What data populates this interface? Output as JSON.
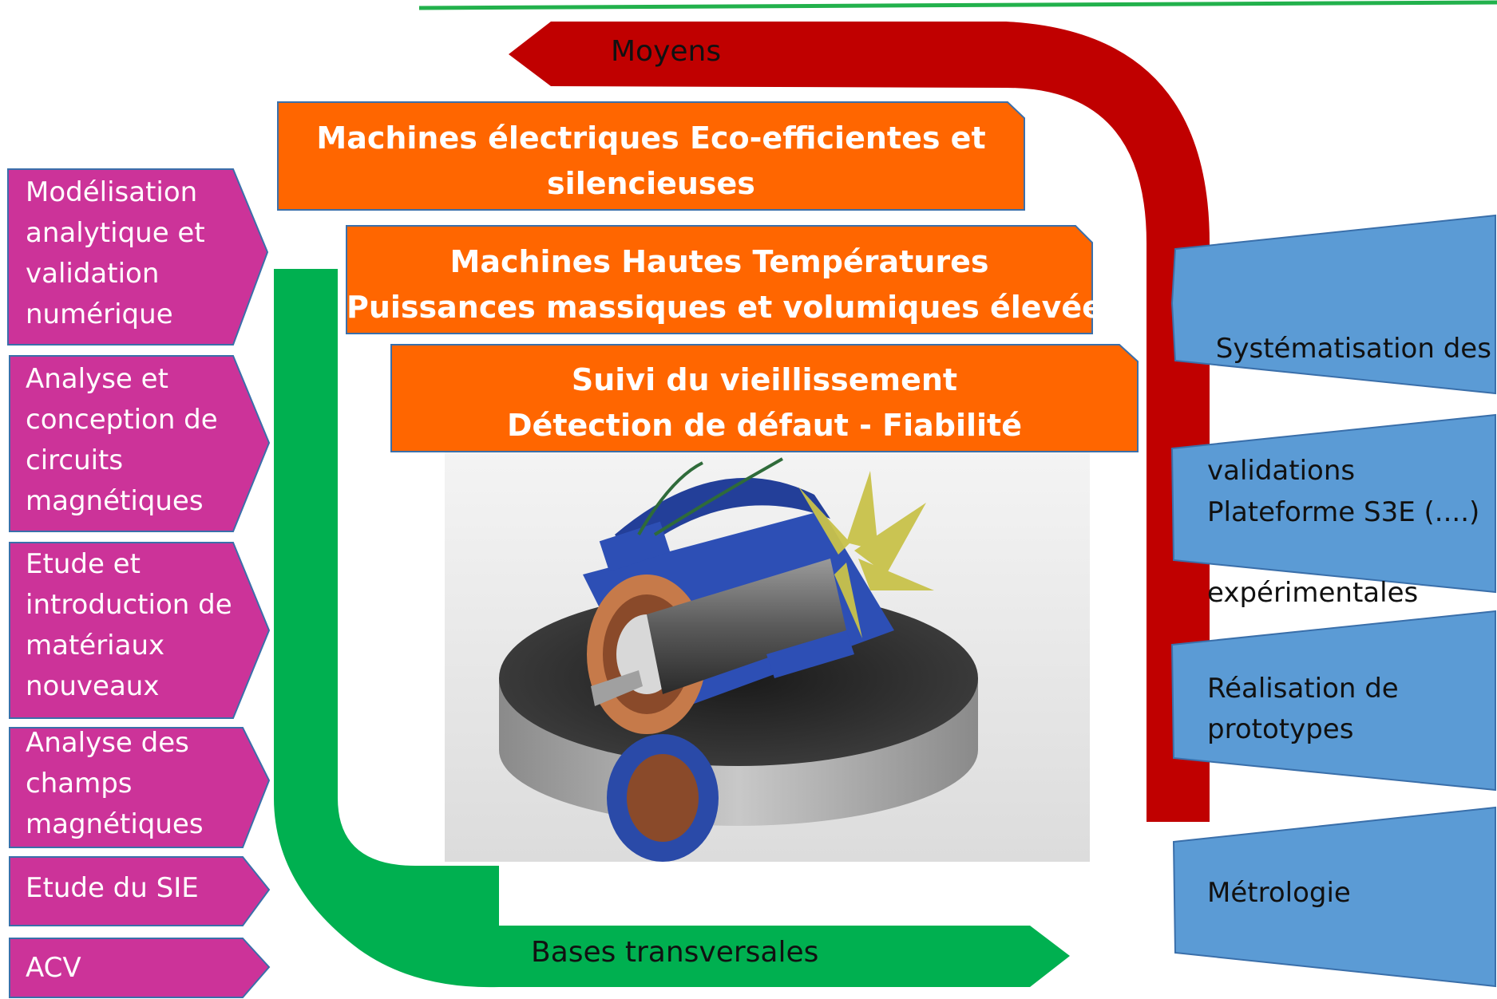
{
  "colors": {
    "moyens_arrow": "#c00000",
    "bases_arrow": "#00b050",
    "left_boxes": "#cc3399",
    "right_boxes": "#5b9bd5",
    "orange_boxes": "#ff6600",
    "top_line": "#22b14c"
  },
  "arrows": {
    "moyens": "Moyens",
    "bases": "Bases transversales"
  },
  "orange_boxes": [
    {
      "line1": "Machines électriques Eco-efficientes et",
      "line2": "silencieuses"
    },
    {
      "line1": "Machines Hautes Températures",
      "line2": "Puissances massiques et volumiques élevées"
    },
    {
      "line1": "Suivi du vieillissement",
      "line2": "Détection de défaut - Fiabilité"
    }
  ],
  "left_items": [
    {
      "lines": [
        "Modélisation",
        "analytique et",
        "validation",
        "numérique"
      ]
    },
    {
      "lines": [
        "Analyse et",
        "conception de",
        "circuits",
        "magnétiques"
      ]
    },
    {
      "lines": [
        "Etude et",
        "introduction de",
        "matériaux",
        "nouveaux"
      ]
    },
    {
      "lines": [
        "Analyse des",
        "champs",
        "magnétiques"
      ]
    },
    {
      "lines": [
        "Etude du SIE"
      ]
    },
    {
      "lines": [
        "ACV"
      ]
    }
  ],
  "right_items": [
    {
      "lines": [
        " Systématisation des",
        "validations",
        "expérimentales"
      ]
    },
    {
      "lines": [
        "Plateforme S3E (....)"
      ]
    },
    {
      "lines": [
        "Réalisation de",
        "prototypes"
      ]
    },
    {
      "lines": [
        "Métrologie"
      ]
    }
  ],
  "image": {
    "icon": "electric-motor-cutaway-icon"
  }
}
